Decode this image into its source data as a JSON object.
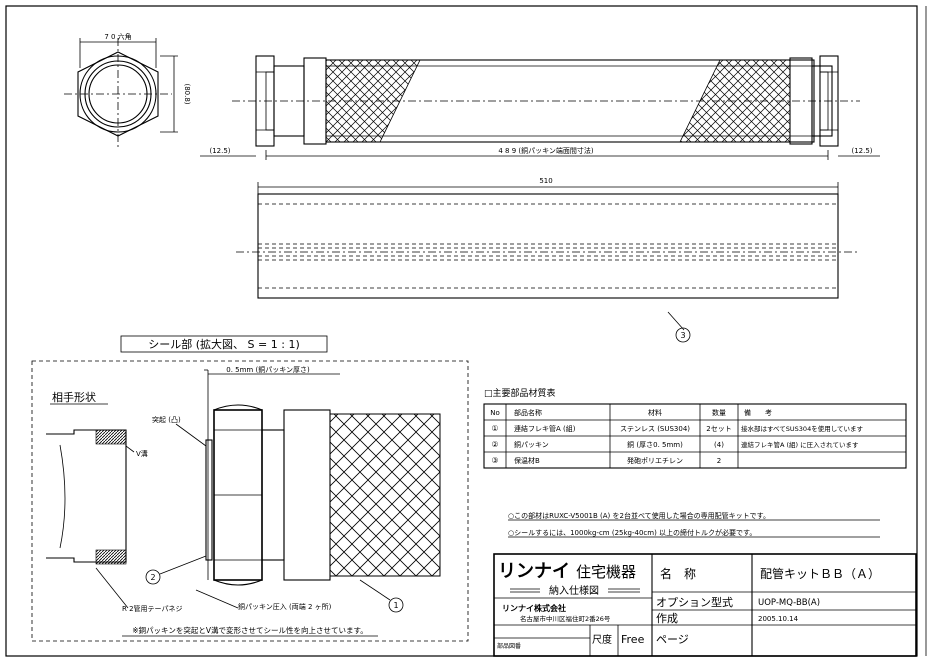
{
  "hex_view": {
    "width_label": "7 0 六角",
    "height_label": "(80.8)"
  },
  "side_view": {
    "left_end": "(12.5)",
    "right_end": "(12.5)",
    "length_label": "4 8 9 (銅パッキン端面間寸法)"
  },
  "insulation_view": {
    "length_label": "510",
    "balloon": "3"
  },
  "detail": {
    "title": "シール部 (拡大図、 S = 1 : 1)",
    "mating_title": "相手形状",
    "v_groove": "V溝",
    "thread_label": "R 2管用テーパネジ",
    "gasket_thickness": "0. 5mm (銅パッキン厚さ)",
    "protrusion": "突起 (凸)",
    "press_fit": "銅パッキン圧入 (両端 2 ヶ所)",
    "balloon_2": "2",
    "balloon_1": "1",
    "note": "※銅パッキンを突起とV溝で変形させてシール性を向上させています。"
  },
  "materials": {
    "title": "□主要部品材質表",
    "headers": [
      "No",
      "部品名称",
      "材料",
      "数量",
      "備　　考"
    ],
    "rows": [
      [
        "①",
        "連結フレキ管A (組)",
        "ステンレス (SUS304)",
        "2セット",
        "接水部はすべてSUS304を使用しています"
      ],
      [
        "②",
        "銅パッキン",
        "銅 (厚さ0. 5mm)",
        "(4)",
        "連結フレキ管A (組) に圧入されています"
      ],
      [
        "③",
        "保温材B",
        "発砲ポリエチレン",
        "2",
        ""
      ]
    ]
  },
  "notes": [
    "○この部材はRUXC-V5001B (A) を2台並べて使用した場合の専用配管キットです。",
    "○シールするには、1000kg-cm (25kg-40cm) 以上の締付トルクが必要です。"
  ],
  "title_block": {
    "company_logo": "リンナイ",
    "brand_suffix": "住宅機器",
    "doc_type": "納入仕様図",
    "company": "リンナイ株式会社",
    "address": "名古屋市中川区福住町2番26号",
    "drawing_no_label": "部品図番",
    "scale_label": "尺度",
    "scale_value": "Free",
    "name_label": "名　称",
    "name_value": "配管キットＢＢ（Ａ）",
    "model_label": "オプション型式",
    "model_value": "UOP-MQ-BB(A)",
    "created_label": "作成",
    "created_value": "2005.10.14",
    "page_label": "ページ"
  }
}
